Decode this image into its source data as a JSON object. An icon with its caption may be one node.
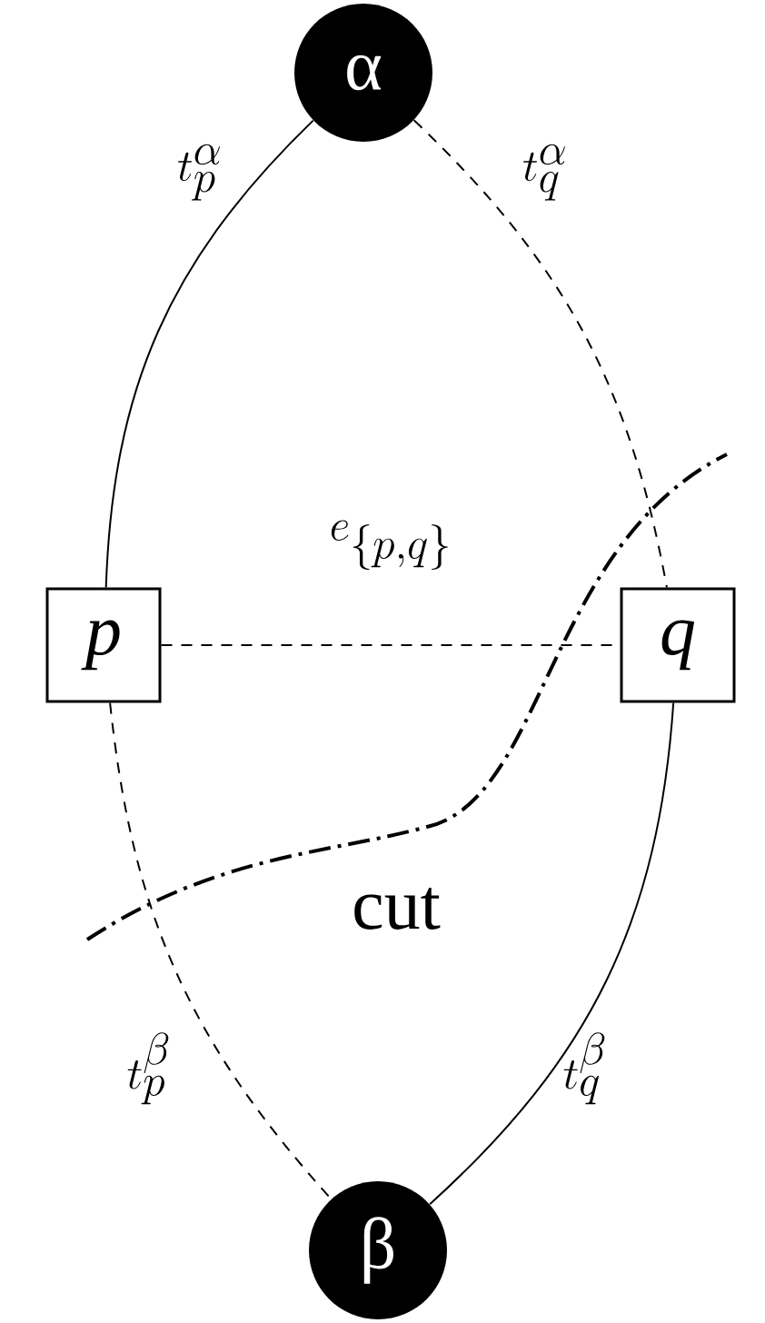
{
  "diagram": {
    "nodes": [
      {
        "text": [
          "α"
        ]
      },
      {
        "text": [
          "p"
        ]
      },
      {
        "text": [
          "q"
        ]
      },
      {
        "text": [
          "β"
        ]
      }
    ],
    "edges": [
      {
        "from": 0,
        "to": 1,
        "arrow": "none",
        "label": "t_p^{\\alpha}"
      },
      {
        "from": 0,
        "to": 2,
        "arrow": "none",
        "label": "t_q^{\\alpha}",
        "style": "dashed"
      },
      {
        "from": 1,
        "to": 2,
        "arrow": "none",
        "label": "e_{\\{p,q\\}}",
        "style": "dashed"
      },
      {
        "from": 1,
        "to": 3,
        "arrow": "none",
        "label": "t_p^{\\beta}",
        "style": "dashed"
      },
      {
        "from": 2,
        "to": 3,
        "arrow": "none",
        "label": "t_q^{\\beta}"
      }
    ],
    "labels": [
      "cut"
    ]
  }
}
